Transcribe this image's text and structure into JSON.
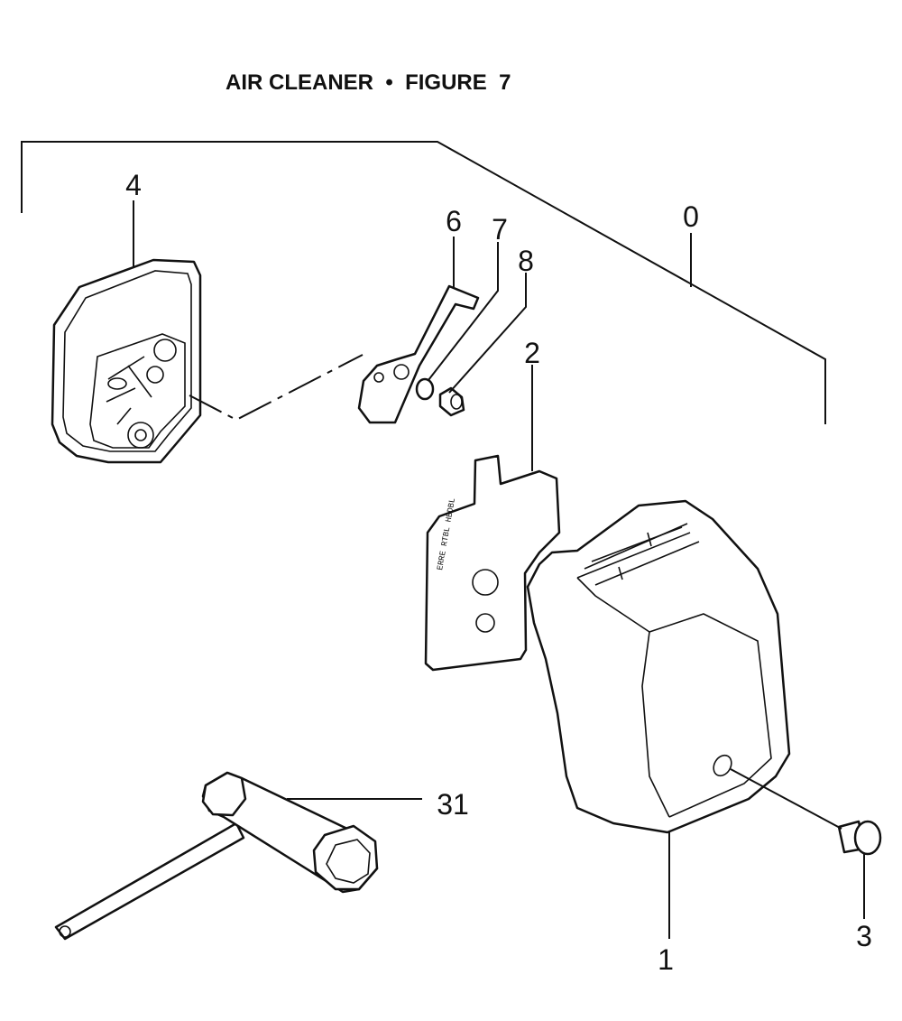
{
  "title": "AIR CLEANER  •  FIGURE  7",
  "callouts": {
    "c0": "0",
    "c1": "1",
    "c2": "2",
    "c3": "3",
    "c4": "4",
    "c6": "6",
    "c7": "7",
    "c8": "8",
    "c31": "31"
  },
  "gasket_marking": "ERRE\nRTBL\nHBDBL"
}
